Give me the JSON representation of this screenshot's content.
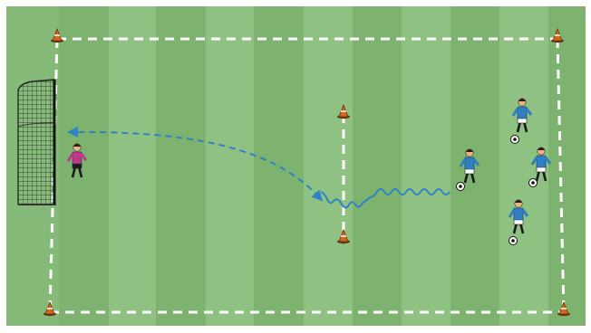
{
  "diagram": {
    "type": "soccer-drill",
    "colors": {
      "grass_dark": "#7db26f",
      "grass_light": "#8fc182",
      "boundary_line": "#ffffff",
      "cone": "#d8651c",
      "player_kit": "#2f7fc1",
      "keeper_kit": "#c2378a",
      "pass_path": "#2f82c6",
      "dribble_path": "#2f82c6"
    },
    "cones": [
      {
        "name": "cone-top-left"
      },
      {
        "name": "cone-top-right"
      },
      {
        "name": "cone-middle-top"
      },
      {
        "name": "cone-middle-bottom"
      },
      {
        "name": "cone-bottom-left"
      },
      {
        "name": "cone-bottom-right"
      }
    ],
    "players": [
      {
        "name": "goalkeeper",
        "role": "goalkeeper",
        "has_ball": false
      },
      {
        "name": "attacker-dribbling",
        "role": "field-player",
        "has_ball": true
      },
      {
        "name": "player-queue-1",
        "role": "field-player",
        "has_ball": true
      },
      {
        "name": "player-queue-2",
        "role": "field-player",
        "has_ball": true
      },
      {
        "name": "player-queue-3",
        "role": "field-player",
        "has_ball": true
      }
    ],
    "paths": [
      {
        "name": "dribble-path",
        "style": "wavy"
      },
      {
        "name": "shot-path",
        "style": "dashed-arrow"
      }
    ]
  }
}
